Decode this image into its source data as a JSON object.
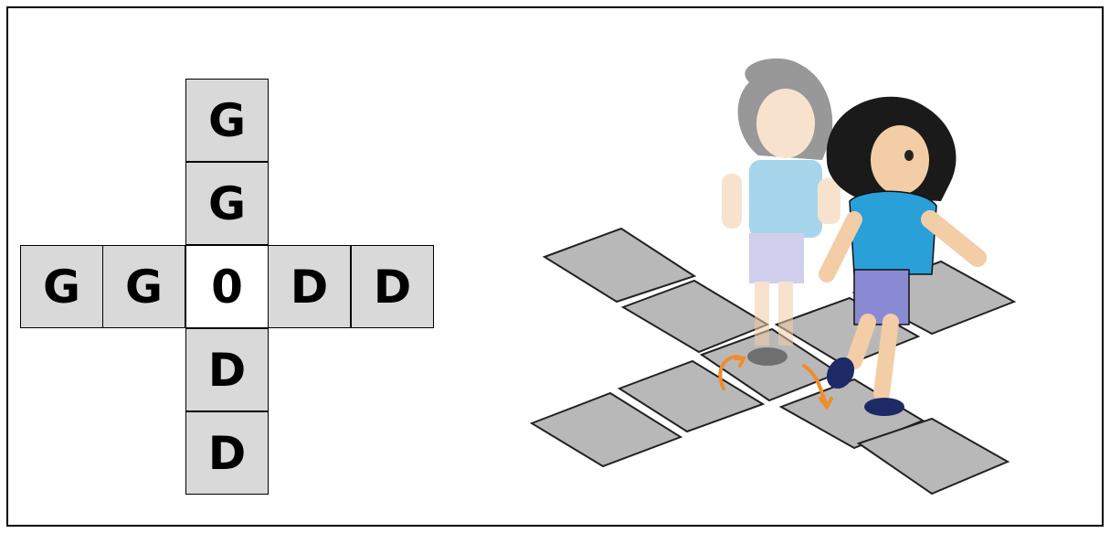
{
  "grid": {
    "up": [
      "G",
      "G"
    ],
    "left": [
      "G",
      "G"
    ],
    "center": "0",
    "right": [
      "D",
      "D"
    ],
    "down": [
      "D",
      "D"
    ]
  },
  "colors": {
    "cell_fill": "#d9d9d9",
    "center_fill": "#ffffff",
    "tile_fill": "#b5b5b5",
    "arrow": "#f28c28"
  },
  "illustration": "two-girls-hopscotch-icon"
}
